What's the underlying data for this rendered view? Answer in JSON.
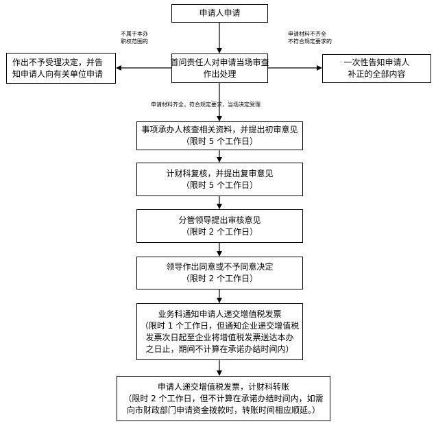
{
  "nodes": {
    "apply": "申请人申请",
    "first_handler": [
      "首问责任人对申请当场审查",
      "作出处理"
    ],
    "reject": [
      "作出不予受理决定，并告",
      "知申请人向有关单位申请"
    ],
    "supplement": [
      "一次性告知申请人",
      "补正的全部内容"
    ],
    "step1": [
      "事项承办人核查相关资料，并提出初审意见",
      "（限时 5 个工作日）"
    ],
    "step2": [
      "计财科复核，并提出复审意见",
      "（限时 5 个工作日）"
    ],
    "step3": [
      "分管领导提出审核意见",
      "（限时 2 个工作日）"
    ],
    "step4": [
      "领导作出同意或不予同意决定",
      "（限时 2 个工作日）"
    ],
    "step5": [
      "业务科通知申请人递交增值税发票",
      "（限时 1 个工作日，但通知企业递交增值税",
      "发票次日起至企业将增值税发票送达本办",
      "之日止，期间不计算在承诺办结时间内）"
    ],
    "step6": [
      "申请人递交增值税发票，计财科转账",
      "（限时 2 个工作日，但不计算在承诺办结时间内，如需",
      "向市财政部门申请资金拨款时，转账时间相应顺延。）"
    ]
  },
  "edge_labels": {
    "not_in_scope": [
      "不属于本办",
      "职权范围的"
    ],
    "incomplete": [
      "申请材料不齐全",
      "不符合规定要求的"
    ],
    "accepted": "申请材料齐全，符合规定要求，当场决定受理"
  }
}
